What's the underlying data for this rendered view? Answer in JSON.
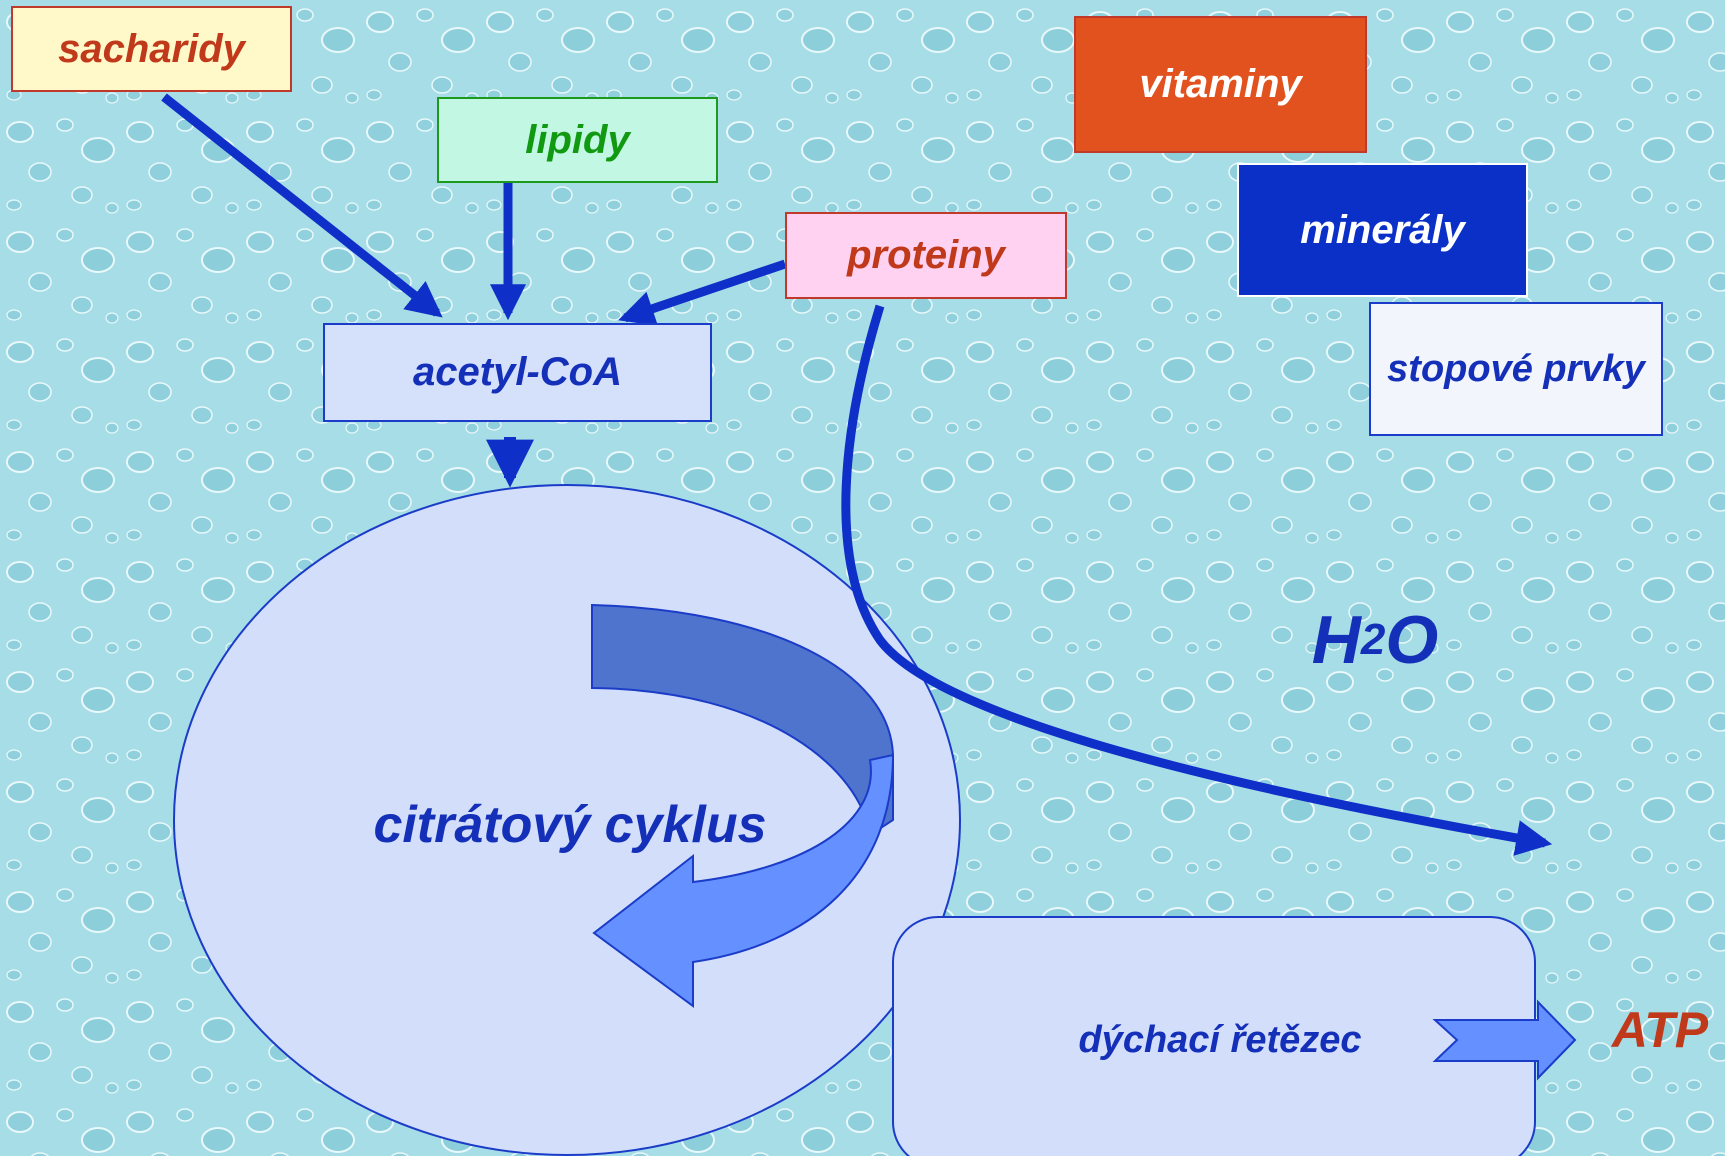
{
  "nutrients": {
    "sacharidy": "sacharidy",
    "lipidy": "lipidy",
    "proteiny": "proteiny",
    "vitaminy": "vitaminy",
    "mineraly": "minerály",
    "stopove_prvky": "stopové prvky"
  },
  "metabolism": {
    "acetyl_coa": "acetyl-CoA",
    "citrate_cycle": "citrátový cyklus",
    "respiratory_chain": "dýchací řetězec",
    "atp": "ATP",
    "water_prefix": "H",
    "water_subscript": "2",
    "water_suffix": "O"
  },
  "colors": {
    "background": "#a6dde6",
    "arrow_blue": "#0e2fc8",
    "text_blue": "#1530b8",
    "text_red": "#c0391b",
    "text_green": "#119911"
  }
}
